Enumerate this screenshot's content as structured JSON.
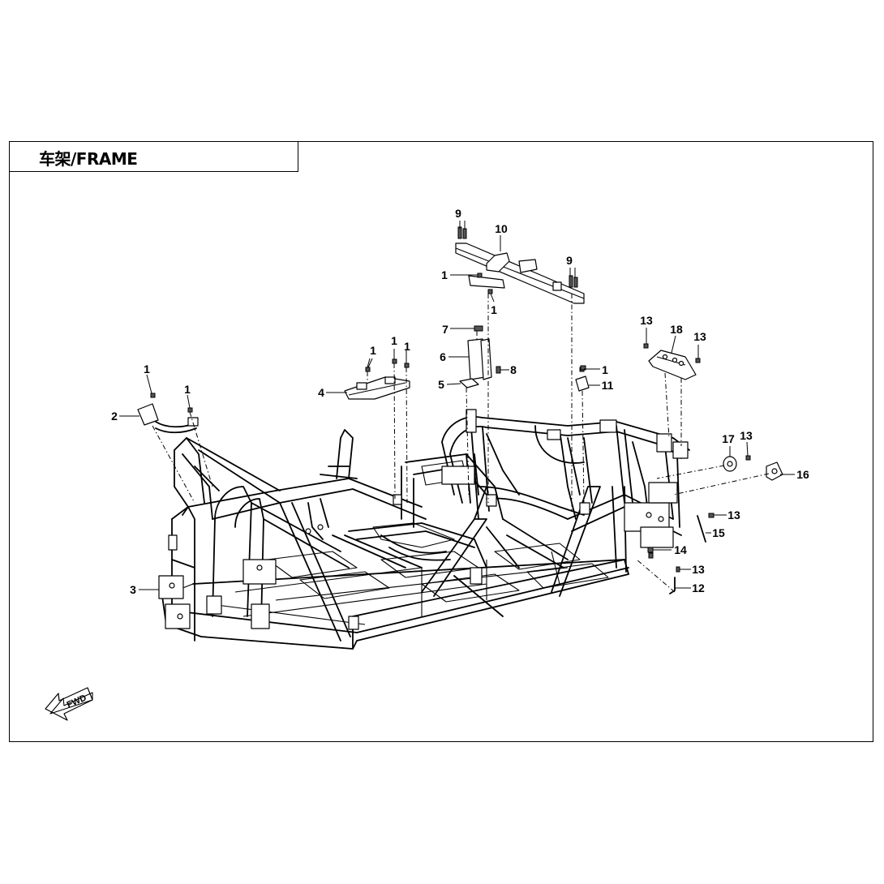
{
  "title": "车架/FRAME",
  "fwd_label": "FWD",
  "callouts": [
    {
      "label": "9"
    },
    {
      "label": "10"
    },
    {
      "label": "9"
    },
    {
      "label": "1"
    },
    {
      "label": "1"
    },
    {
      "label": "7"
    },
    {
      "label": "6"
    },
    {
      "label": "8"
    },
    {
      "label": "5"
    },
    {
      "label": "1"
    },
    {
      "label": "1"
    },
    {
      "label": "1"
    },
    {
      "label": "4"
    },
    {
      "label": "1"
    },
    {
      "label": "11"
    },
    {
      "label": "13"
    },
    {
      "label": "18"
    },
    {
      "label": "13"
    },
    {
      "label": "1"
    },
    {
      "label": "1"
    },
    {
      "label": "2"
    },
    {
      "label": "17"
    },
    {
      "label": "13"
    },
    {
      "label": "16"
    },
    {
      "label": "13"
    },
    {
      "label": "15"
    },
    {
      "label": "14"
    },
    {
      "label": "13"
    },
    {
      "label": "12"
    },
    {
      "label": "3"
    }
  ]
}
